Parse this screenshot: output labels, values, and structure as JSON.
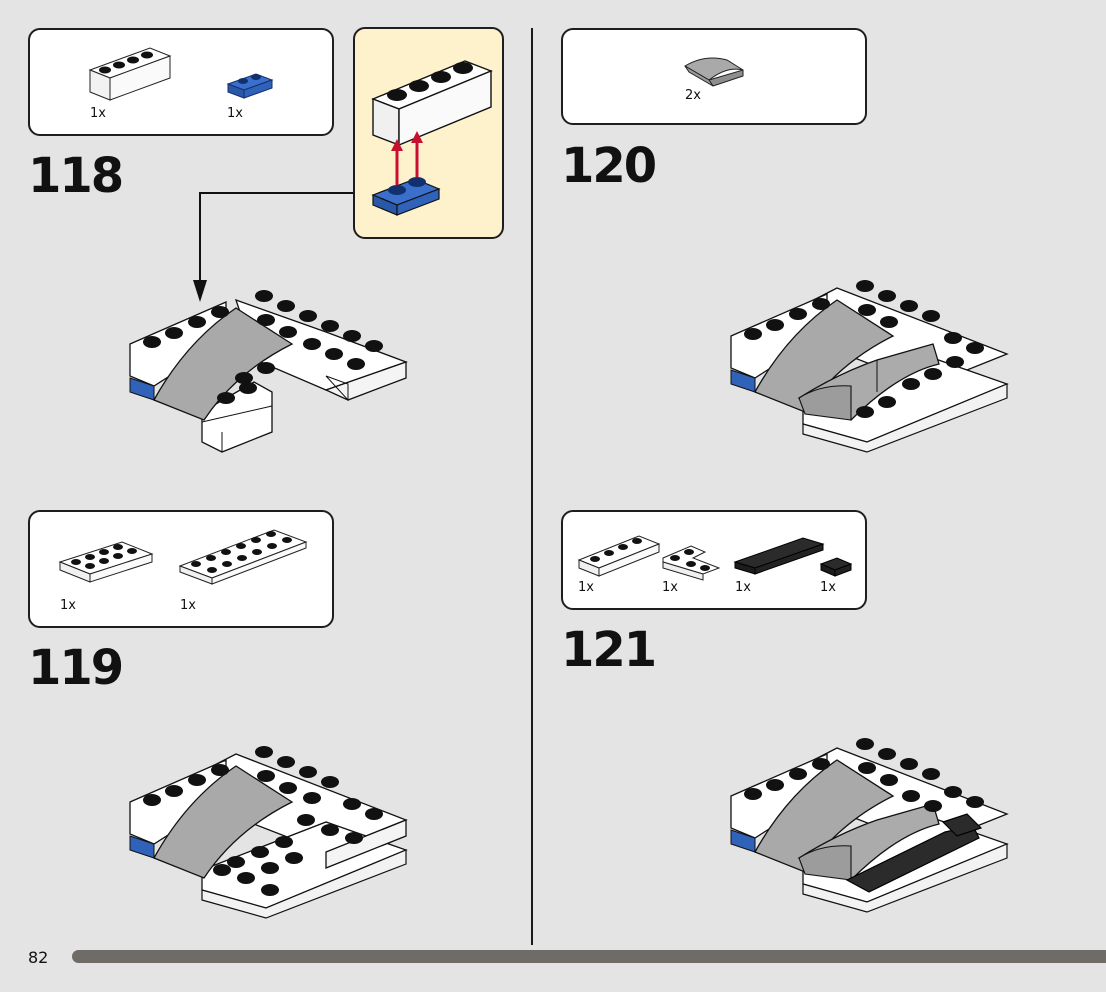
{
  "page": {
    "number": "82"
  },
  "steps": [
    {
      "number": "118",
      "parts": [
        {
          "qty": "1x",
          "name": "white-brick-1x4-icon"
        },
        {
          "qty": "1x",
          "name": "blue-plate-1x2-icon"
        }
      ]
    },
    {
      "number": "119",
      "parts": [
        {
          "qty": "1x",
          "name": "white-plate-2x4-icon"
        },
        {
          "qty": "1x",
          "name": "white-plate-2x6-icon"
        }
      ]
    },
    {
      "number": "120",
      "parts": [
        {
          "qty": "2x",
          "name": "grey-curved-slope-icon"
        }
      ]
    },
    {
      "number": "121",
      "parts": [
        {
          "qty": "1x",
          "name": "white-plate-1x4-icon"
        },
        {
          "qty": "1x",
          "name": "white-corner-plate-icon"
        },
        {
          "qty": "1x",
          "name": "black-tile-1x6-icon"
        },
        {
          "qty": "1x",
          "name": "black-tile-1x1-icon"
        }
      ]
    }
  ],
  "colors": {
    "background": "#e4e4e4",
    "callout": "#fdf2cc",
    "blue": "#2f62b8",
    "grey": "#a9a9a9",
    "black": "#2b2b2b",
    "arrow_red": "#c8102e",
    "progress": "#6f6b66"
  }
}
